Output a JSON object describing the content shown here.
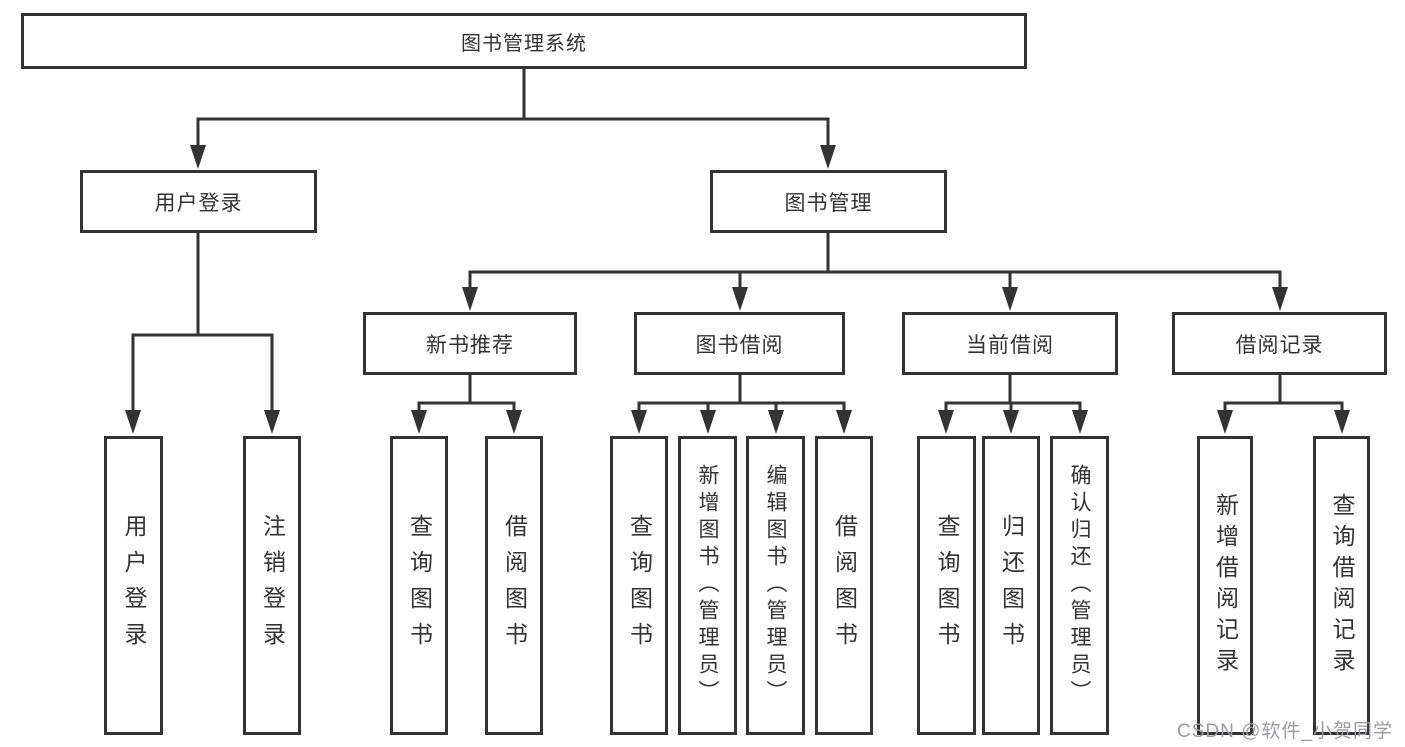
{
  "diagram": {
    "root": {
      "label": "图书管理系统"
    },
    "branches": [
      {
        "label": "用户登录",
        "children": [
          "用户登录",
          "注销登录"
        ]
      },
      {
        "label": "图书管理",
        "sections": [
          {
            "label": "新书推荐",
            "children": [
              "查询图书",
              "借阅图书"
            ]
          },
          {
            "label": "图书借阅",
            "children": [
              "查询图书",
              "新增图书（管理员）",
              "编辑图书（管理员）",
              "借阅图书"
            ]
          },
          {
            "label": "当前借阅",
            "children": [
              "查询图书",
              "归还图书",
              "确认归还（管理员）"
            ]
          },
          {
            "label": "借阅记录",
            "children": [
              "新增借阅记录",
              "查询借阅记录"
            ]
          }
        ]
      }
    ]
  },
  "watermark": {
    "text": "CSDN @软件_小贺同学"
  },
  "colors": {
    "line": "#333333",
    "text": "#333333",
    "background": "#ffffff",
    "watermark": "#9b9b9f"
  }
}
